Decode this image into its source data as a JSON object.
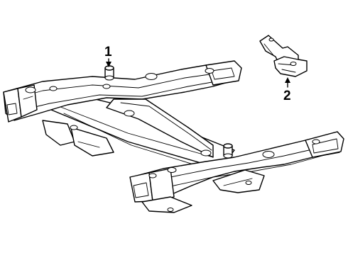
{
  "callouts": [
    {
      "id": "1",
      "label": "1"
    },
    {
      "id": "2",
      "label": "2"
    }
  ],
  "parts": [
    {
      "callout": "1",
      "icon": "engine-cradle-icon"
    },
    {
      "callout": "2",
      "icon": "bracket-icon"
    }
  ]
}
